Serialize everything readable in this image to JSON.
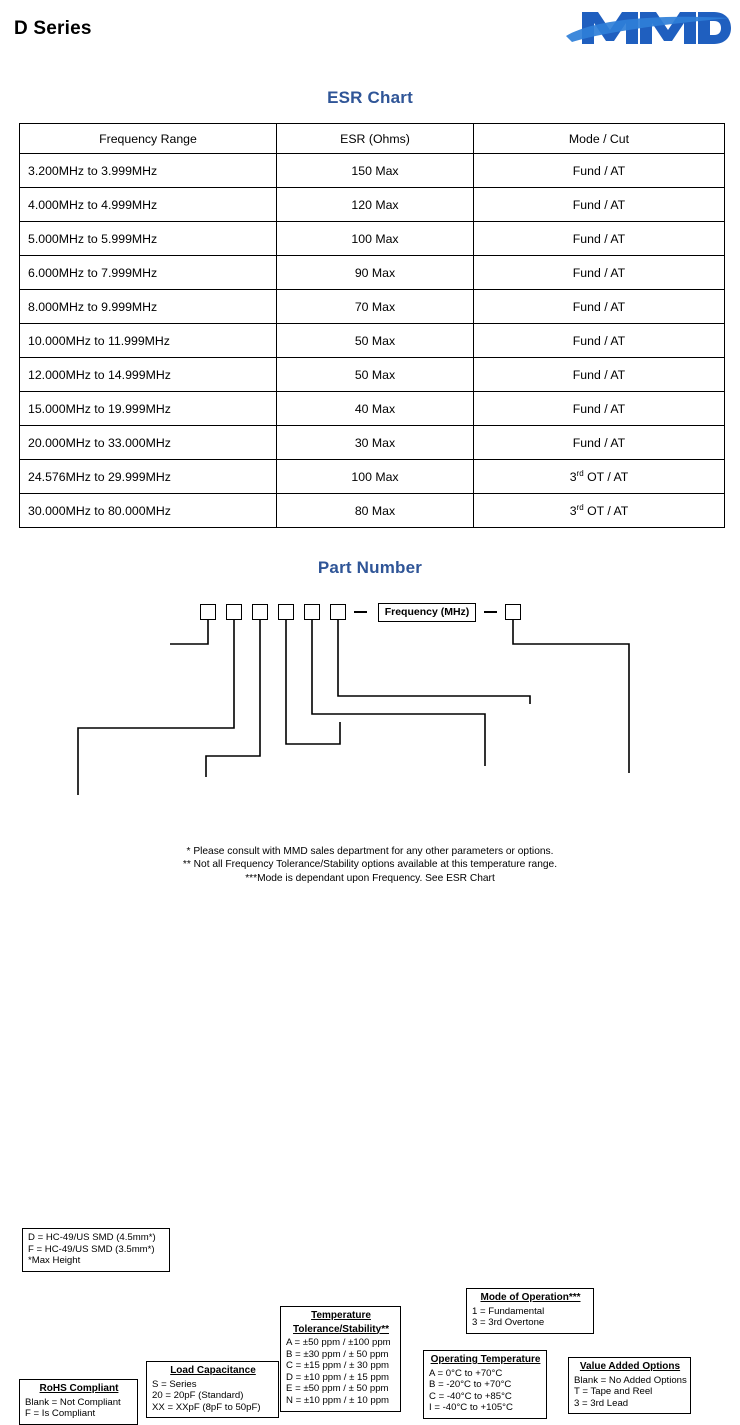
{
  "header": {
    "title": "D Series",
    "logo_text": "MMD",
    "logo_color": "#1f5fbf"
  },
  "esr_section": {
    "title": "ESR Chart",
    "columns": [
      "Frequency Range",
      "ESR (Ohms)",
      "Mode / Cut"
    ],
    "rows": [
      {
        "frequency": "3.200MHz to 3.999MHz",
        "esr": "150 Max",
        "mode": "Fund / AT"
      },
      {
        "frequency": "4.000MHz to 4.999MHz",
        "esr": "120 Max",
        "mode": "Fund / AT"
      },
      {
        "frequency": "5.000MHz to 5.999MHz",
        "esr": "100 Max",
        "mode": "Fund / AT"
      },
      {
        "frequency": "6.000MHz to 7.999MHz",
        "esr": "90 Max",
        "mode": "Fund / AT"
      },
      {
        "frequency": "8.000MHz to 9.999MHz",
        "esr": "70 Max",
        "mode": "Fund / AT"
      },
      {
        "frequency": "10.000MHz to 11.999MHz",
        "esr": "50 Max",
        "mode": "Fund / AT"
      },
      {
        "frequency": "12.000MHz to 14.999MHz",
        "esr": "50 Max",
        "mode": "Fund / AT"
      },
      {
        "frequency": "15.000MHz to 19.999MHz",
        "esr": "40 Max",
        "mode": "Fund / AT"
      },
      {
        "frequency": "20.000MHz to 33.000MHz",
        "esr": "30 Max",
        "mode": "Fund / AT"
      },
      {
        "frequency": "24.576MHz to 29.999MHz",
        "esr": "100 Max",
        "mode": "3rd OT / AT",
        "mode_sup": true
      },
      {
        "frequency": "30.000MHz to 80.000MHz",
        "esr": "80 Max",
        "mode": "3rd OT / AT",
        "mode_sup": true
      }
    ]
  },
  "part_number": {
    "title": "Part Number",
    "code_squares": 6,
    "dash": "—",
    "frequency_label": "Frequency (MHz)",
    "trailing_squares": 1,
    "callouts": {
      "package": {
        "lines": [
          "D = HC-49/US SMD (4.5mm*)",
          "F = HC-49/US SMD (3.5mm*)",
          "*Max Height"
        ]
      },
      "rohs": {
        "title": "RoHS Compliant",
        "lines": [
          "Blank = Not Compliant",
          "F = Is Compliant"
        ]
      },
      "load_capacitance": {
        "title": "Load Capacitance",
        "lines": [
          "S = Series",
          "20 = 20pF (Standard)",
          "XX = XXpF (8pF to 50pF)"
        ]
      },
      "temperature_tolerance": {
        "title_line1": "Temperature",
        "title_line2": "Tolerance/Stability**",
        "lines": [
          "A = ±50 ppm / ±100 ppm",
          "B = ±30 ppm / ±  50 ppm",
          "C = ±15 ppm / ±  30 ppm",
          "D = ±10 ppm / ±  15 ppm",
          "E = ±50 ppm / ±  50 ppm",
          "N = ±10 ppm / ±  10 ppm"
        ]
      },
      "operating_temperature": {
        "title": "Operating Temperature",
        "lines": [
          "A =   0°C to +70°C",
          "B = -20°C to +70°C",
          "C = -40°C to +85°C",
          "I  = -40°C to +105°C"
        ]
      },
      "mode_of_operation": {
        "title": "Mode of Operation***",
        "lines": [
          "1 = Fundamental",
          "3 = 3rd Overtone"
        ]
      },
      "value_added_options": {
        "title": "Value Added Options",
        "lines": [
          "Blank = No Added Options",
          "T = Tape and Reel",
          "3 = 3rd Lead"
        ]
      }
    },
    "footnotes": [
      "* Please consult with MMD sales department for any other parameters or options.",
      "** Not all Frequency Tolerance/Stability options available at this temperature range.",
      "***Mode is dependant upon Frequency. See ESR Chart"
    ]
  }
}
